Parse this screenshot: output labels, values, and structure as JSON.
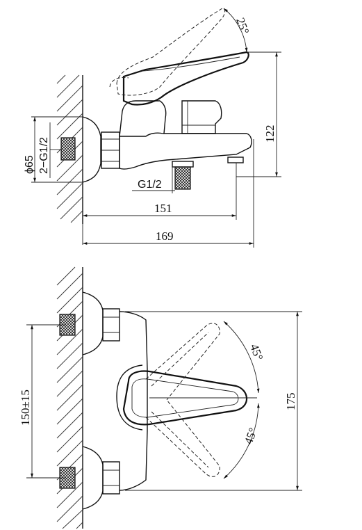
{
  "side_view": {
    "dim_angle_top": "25°",
    "dim_height": "122",
    "dim_diameter": "ϕ65",
    "dim_thread_inlet": "2−G1/2",
    "dim_thread_outlet": "G1/2",
    "dim_depth_spout": "151",
    "dim_depth_total": "169"
  },
  "front_view": {
    "dim_spacing": "150±15",
    "dim_height": "175",
    "dim_angle_up": "45°",
    "dim_angle_down": "45°"
  }
}
